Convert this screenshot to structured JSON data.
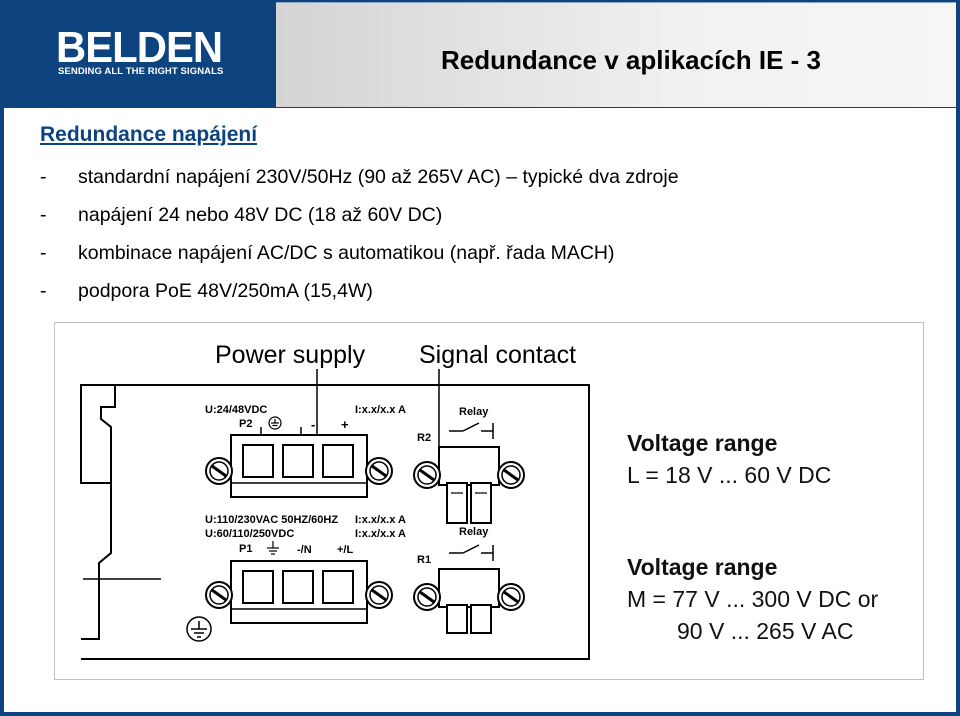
{
  "logo": {
    "brand": "BELDEN",
    "tagline": "SENDING ALL THE RIGHT SIGNALS"
  },
  "title": "Redundance v aplikacích IE - 3",
  "heading": "Redundance napájení",
  "bullets": [
    {
      "dash": "-",
      "text": "standardní napájení 230V/50Hz (90 až 265V AC) – typické dva zdroje"
    },
    {
      "dash": "-",
      "text": "napájení 24 nebo 48V DC (18 až 60V DC)"
    },
    {
      "dash": "-",
      "text": "kombinace napájení AC/DC s automatikou (např. řada MACH)"
    },
    {
      "dash": "-",
      "text": "podpora PoE 48V/250mA (15,4W)"
    }
  ],
  "diagram": {
    "callout_power": "Power supply",
    "callout_signal": "Signal contact",
    "p2_rating": "U:24/48VDC",
    "p2_current": "I:x.x/x.x A",
    "p2_name": "P2",
    "r2_relay": "Relay",
    "r2_name": "R2",
    "p2_minus": "-",
    "p2_plus": "+",
    "p1_rating1": "U:110/230VAC  50HZ/60HZ",
    "p1_rating2": "U:60/110/250VDC",
    "p1_current1": "I:x.x/x.x A",
    "p1_current2": "I:x.x/x.x A",
    "p1_name": "P1",
    "p1_minus": "-/N",
    "p1_plus": "+/L",
    "r1_relay": "Relay",
    "r1_name": "R1",
    "range_l_title": "Voltage range",
    "range_l_value": "L = 18 V ... 60 V DC",
    "range_m_title": "Voltage range",
    "range_m_value1": "M = 77 V ... 300 V DC or",
    "range_m_value2": "90 V ... 265 V AC"
  }
}
